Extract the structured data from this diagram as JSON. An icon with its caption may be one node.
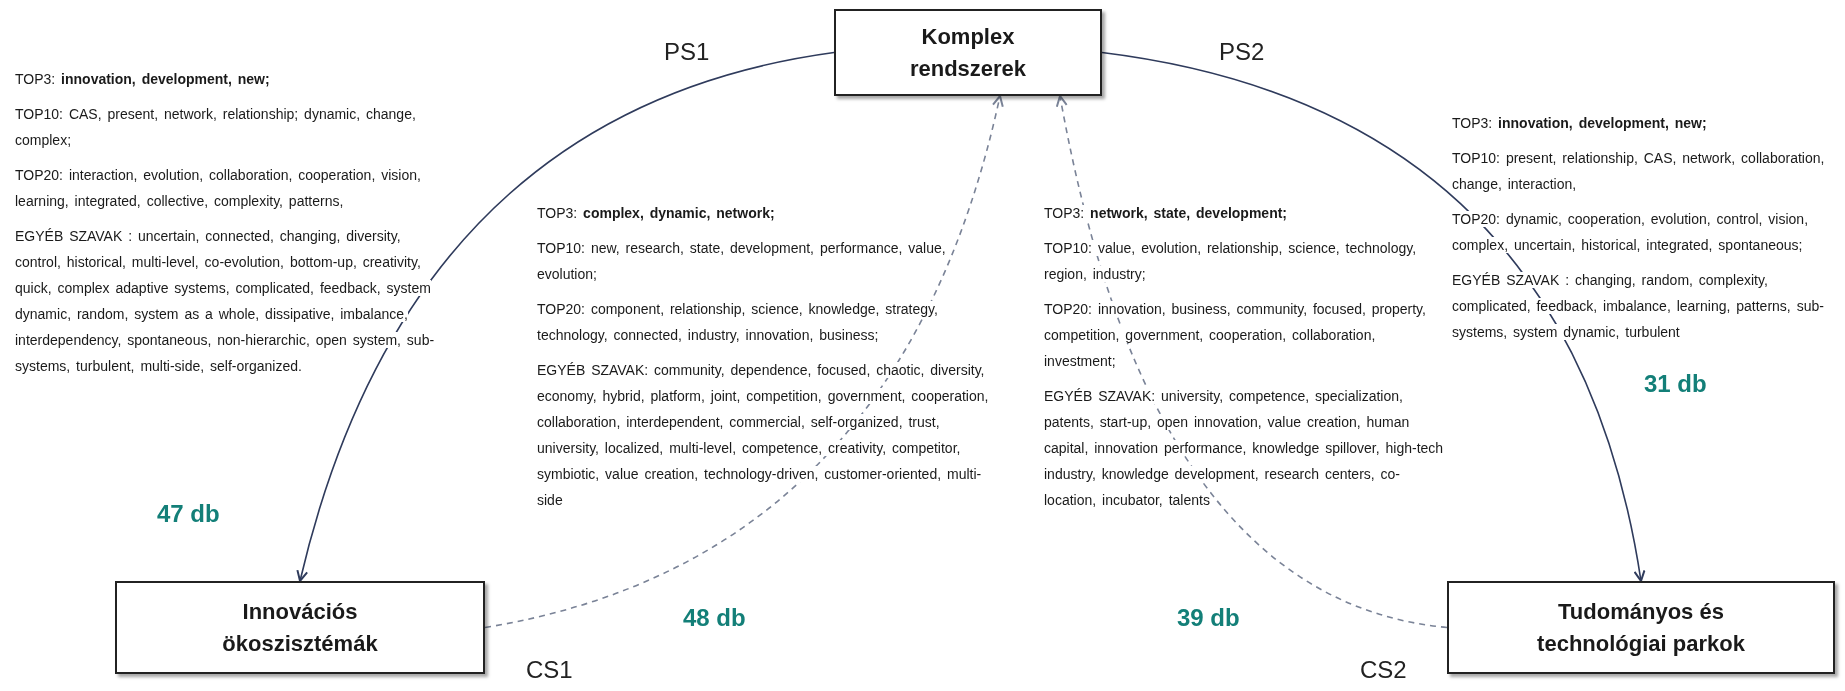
{
  "diagram": {
    "nodes": [
      {
        "text": [
          "Komplex rendszerek"
        ]
      },
      {
        "text": [
          "Innovációs ökoszisztémák"
        ]
      },
      {
        "text": [
          "Tudományos és technológiai parkok"
        ]
      }
    ],
    "edges": [
      {
        "from": 0,
        "to": 1,
        "arrow": "to",
        "label": "PS1"
      },
      {
        "from": 0,
        "to": 2,
        "arrow": "to",
        "label": "PS2"
      },
      {
        "from": 1,
        "to": 0,
        "arrow": "to",
        "label": "CS1",
        "style": "dashed"
      },
      {
        "from": 2,
        "to": 0,
        "arrow": "to",
        "label": "CS2",
        "style": "dashed"
      }
    ],
    "labels": [
      "TOP3: **innovation, development, new;**",
      "TOP10: CAS, present, network, relationship; dynamic, change, complex;",
      "TOP20: interaction, evolution, collaboration, cooperation, vision, learning, integrated, collective, complexity, patterns,",
      "EGYÉB SZAVAK : uncertain, connected, changing, diversity, control, historical, multi-level, co-evolution, bottom-up, creativity, quick, complex adaptive systems, complicated, feedback, system dynamic, random, system as a whole, dissipative, imbalance, interdependency, spontaneous, non-hierarchic, open system, sub-systems, turbulent, multi-side, self-organized.",
      "47 db",
      "TOP3: **complex, dynamic, network;**",
      "TOP10: new, research, state, development, performance, value, evolution;",
      "TOP20: component, relationship, science, knowledge, strategy, technology, connected, industry, innovation, business;",
      "EGYÉB SZAVAK: community, dependence, focused, chaotic, diversity, economy, hybrid, platform, joint, competition, government, cooperation, collaboration, interdependent, commercial, self-organized, trust, university, localized, multi-level, competence, creativity, competitor, symbiotic, value creation, technology-driven, customer-oriented, multi-side",
      "48 db",
      "TOP3: **network, state, development;**",
      "TOP10: value, evolution, relationship, science, technology, region, industry;",
      "TOP20: innovation, business, community, focused, property, competition, government, cooperation, collaboration, investment;",
      "EGYÉB SZAVAK: university, competence, specialization, patents, start-up, open innovation, value creation, human capital, innovation performance, knowledge spillover, high-tech industry, knowledge development, research centers, co-location, incubator, talents",
      "39 db",
      "TOP3: **innovation, development, new;**",
      "TOP10: present, relationship, CAS, network, collaboration, change, interaction,",
      "TOP20: dynamic, cooperation, evolution, control, vision, complex, uncertain, historical, integrated, spontaneous;",
      "EGYÉB SZAVAK : changing, random, complexity, complicated, feedback, imbalance, learning, patterns, sub-systems, system dynamic, turbulent",
      "31 db"
    ]
  }
}
